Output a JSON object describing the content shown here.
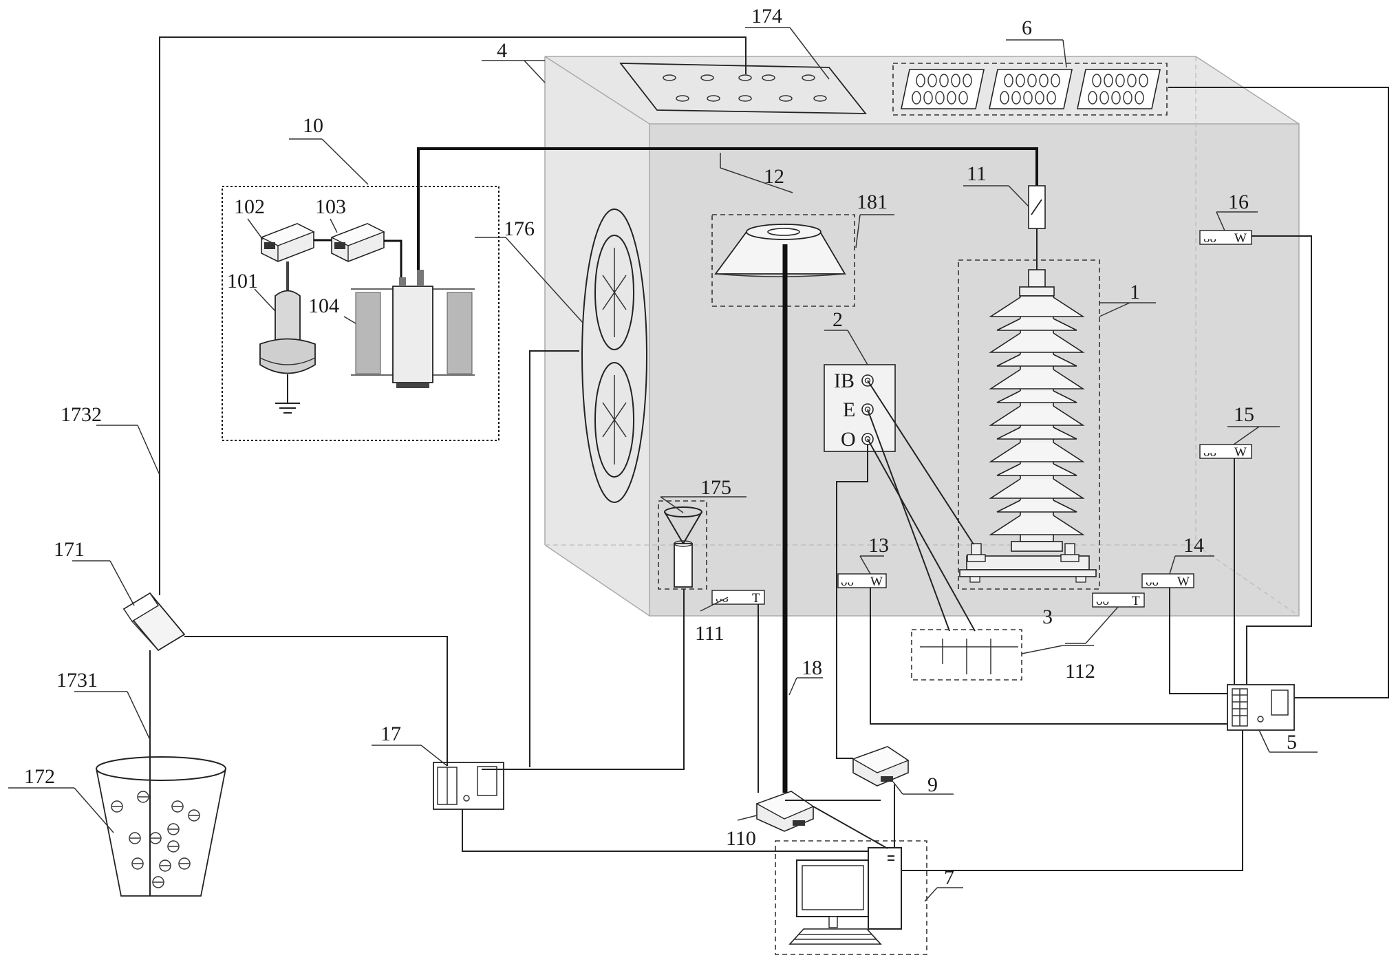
{
  "labels": {
    "l1": "1",
    "l2": "2",
    "l3": "3",
    "l4": "4",
    "l5": "5",
    "l6": "6",
    "l7": "7",
    "l9": "9",
    "l10": "10",
    "l11": "11",
    "l12": "12",
    "l13": "13",
    "l14": "14",
    "l15": "15",
    "l16": "16",
    "l17": "17",
    "l18": "18",
    "l101": "101",
    "l102": "102",
    "l103": "103",
    "l104": "104",
    "l110": "110",
    "l111": "111",
    "l112": "112",
    "l171": "171",
    "l172": "172",
    "l174": "174",
    "l175": "175",
    "l176": "176",
    "l181": "181",
    "l1731": "1731",
    "l1732": "1732"
  },
  "terminals": {
    "ib": "IB",
    "e": "E",
    "o": "O"
  },
  "sensor_marks": {
    "w": "W",
    "t": "T"
  },
  "sensor_symbol": "ᴗᴗ"
}
